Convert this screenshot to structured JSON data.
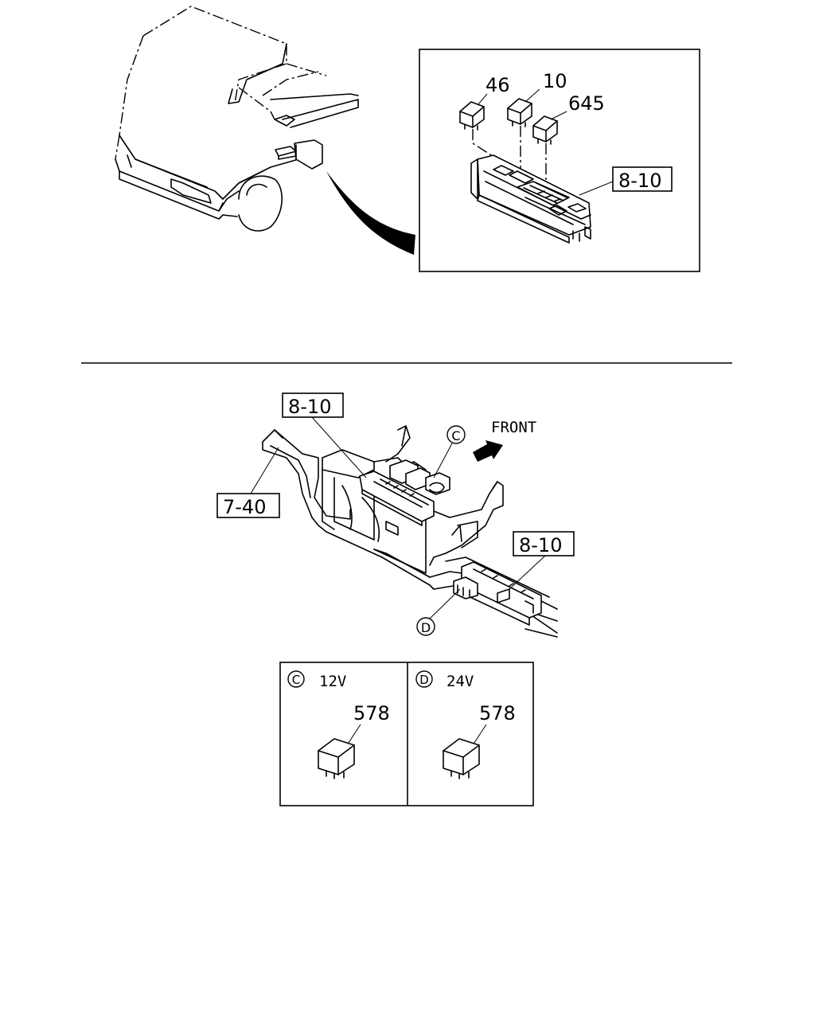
{
  "callouts": {
    "relay_46": "46",
    "relay_10": "10",
    "relay_645": "645",
    "ref_top": "8-10",
    "ref_mid": "8-10",
    "ref_frame": "7-40",
    "ref_right": "8-10",
    "front": "FRONT",
    "marker_c": "C",
    "marker_d": "D"
  },
  "legend": {
    "c": {
      "marker": "C",
      "voltage": "12V",
      "part": "578"
    },
    "d": {
      "marker": "D",
      "voltage": "24V",
      "part": "578"
    }
  }
}
